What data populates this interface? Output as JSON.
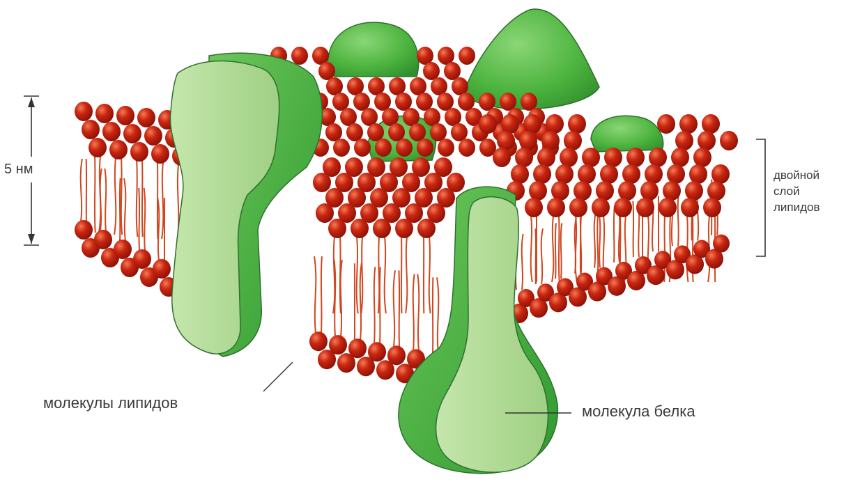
{
  "labels": {
    "scale": "5 нм",
    "bilayer_line1": "двойной",
    "bilayer_line2": "слой",
    "bilayer_line3": "липидов",
    "lipid_molecules": "молекулы липидов",
    "protein_molecule": "молекула белка"
  },
  "colors": {
    "lipid_head": "#c0200c",
    "lipid_head_highlight": "#f06a4a",
    "lipid_tail": "#d2461e",
    "protein_dark": "#3aa63a",
    "protein_mid": "#62bf52",
    "protein_light": "#b9dfa0",
    "outline": "#2f6f2f",
    "text": "#3a3a3a",
    "line": "#333333"
  }
}
